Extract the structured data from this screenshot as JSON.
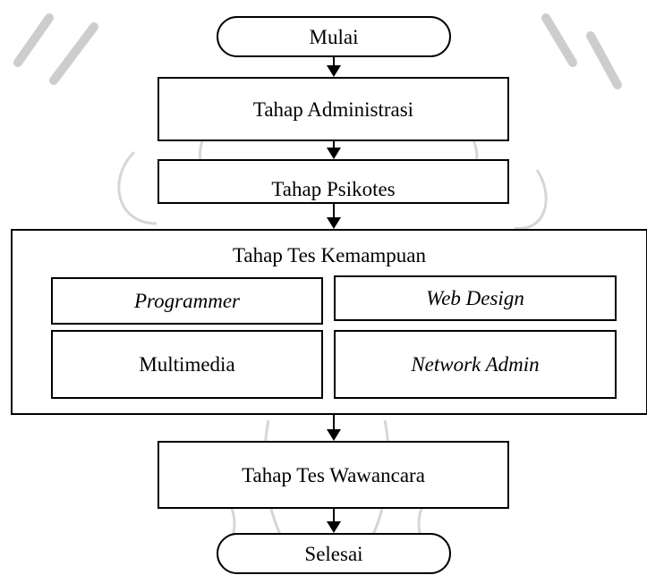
{
  "flowchart": {
    "start": "Mulai",
    "steps": [
      "Tahap Administrasi",
      "Tahap Psikotes"
    ],
    "group": {
      "title": "Tahap Tes Kemampuan",
      "options": [
        "Programmer",
        "Web Design",
        "Multimedia",
        "Network Admin"
      ]
    },
    "interview": "Tahap Tes Wawancara",
    "end": "Selesai"
  },
  "colors": {
    "line": "#000000",
    "background": "#ffffff",
    "watermark": "#c8c8c8"
  }
}
